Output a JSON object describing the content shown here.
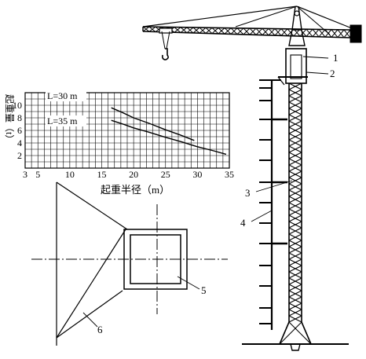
{
  "chart_data": {
    "type": "line",
    "ylabel": "起重量（t）",
    "xlabel": "起重半径（m）",
    "x_ticks": [
      "3",
      "5",
      "10",
      "15",
      "20",
      "25",
      "30",
      "35"
    ],
    "y_ticks": [
      "2",
      "4",
      "6",
      "8",
      "10"
    ],
    "xlim": [
      3,
      35
    ],
    "ylim": [
      0,
      12
    ],
    "grid": true,
    "series": [
      {
        "name": "L=30 m",
        "x": [
          16.5,
          20,
          25,
          29.5
        ],
        "y": [
          9.6,
          8.0,
          6.1,
          4.4
        ]
      },
      {
        "name": "L=35 m",
        "x": [
          16.5,
          20,
          25,
          30,
          34.5
        ],
        "y": [
          7.6,
          6.4,
          4.9,
          3.4,
          2.2
        ]
      }
    ]
  },
  "callouts": {
    "c1": "1",
    "c2": "2",
    "c3": "3",
    "c4": "4",
    "c5": "5",
    "c6": "6"
  }
}
